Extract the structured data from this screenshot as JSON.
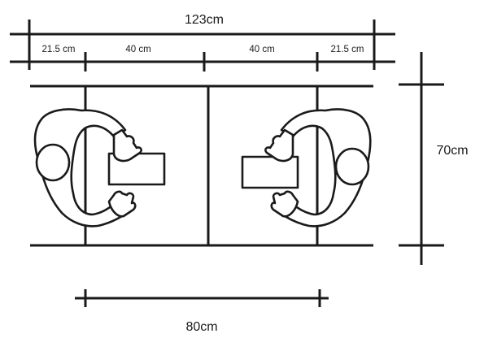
{
  "dimensions": {
    "total_width": "123cm",
    "segments": [
      "21.5 cm",
      "40 cm",
      "40 cm",
      "21.5 cm"
    ],
    "depth": "70cm",
    "inner_span": "80cm"
  },
  "colors": {
    "line": "#1a1a1a",
    "background": "#ffffff"
  }
}
